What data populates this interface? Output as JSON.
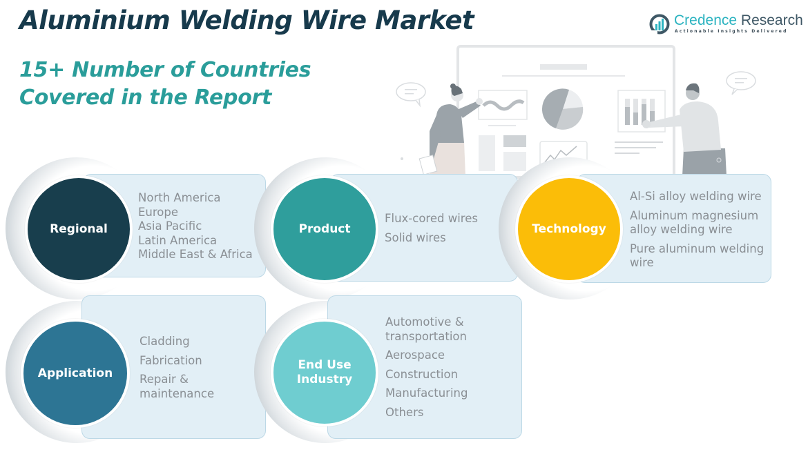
{
  "header": {
    "title": "Aluminium Welding Wire Market",
    "subtitle_line1": "15+ Number of Countries",
    "subtitle_line2": "Covered in the Report"
  },
  "logo": {
    "name_part1": "Credence",
    "name_part2": "Research",
    "tagline": "Actionable Insights Delivered",
    "icon": "bar-chart-in-ring-icon"
  },
  "colors": {
    "title": "#173a4c",
    "subtitle": "#2a9d9a",
    "panel_bg": "#e2eff6",
    "item_text": "#8a8f94",
    "regional": "#183e4d",
    "product": "#2f9e9c",
    "technology": "#fbbd08",
    "application": "#2d7594",
    "end_use": "#6fcdd0"
  },
  "segments": [
    {
      "id": "regional",
      "label": "Regional",
      "items": [
        "North America",
        "Europe",
        "Asia Pacific",
        "Latin America",
        "Middle East & Africa"
      ]
    },
    {
      "id": "product",
      "label": "Product",
      "items": [
        "Flux-cored wires",
        "Solid wires"
      ]
    },
    {
      "id": "technology",
      "label": "Technology",
      "items": [
        "Al-Si alloy welding wire",
        "Aluminum magnesium alloy welding wire",
        "Pure aluminum welding wire"
      ]
    },
    {
      "id": "application",
      "label": "Application",
      "items": [
        "Cladding",
        "Fabrication",
        "Repair & maintenance"
      ]
    },
    {
      "id": "end_use",
      "label": "End Use Industry",
      "label_line1": "End Use",
      "label_line2": "Industry",
      "items": [
        "Automotive & transportation",
        "Aerospace",
        "Construction",
        "Manufacturing",
        "Others"
      ]
    }
  ],
  "illustration": {
    "description": "two presenters at a dashboard board",
    "icons": [
      "presenter-woman-icon",
      "presenter-man-icon",
      "pie-chart-icon",
      "bar-chart-icon",
      "line-chart-icon",
      "speech-bubble-icon"
    ]
  }
}
